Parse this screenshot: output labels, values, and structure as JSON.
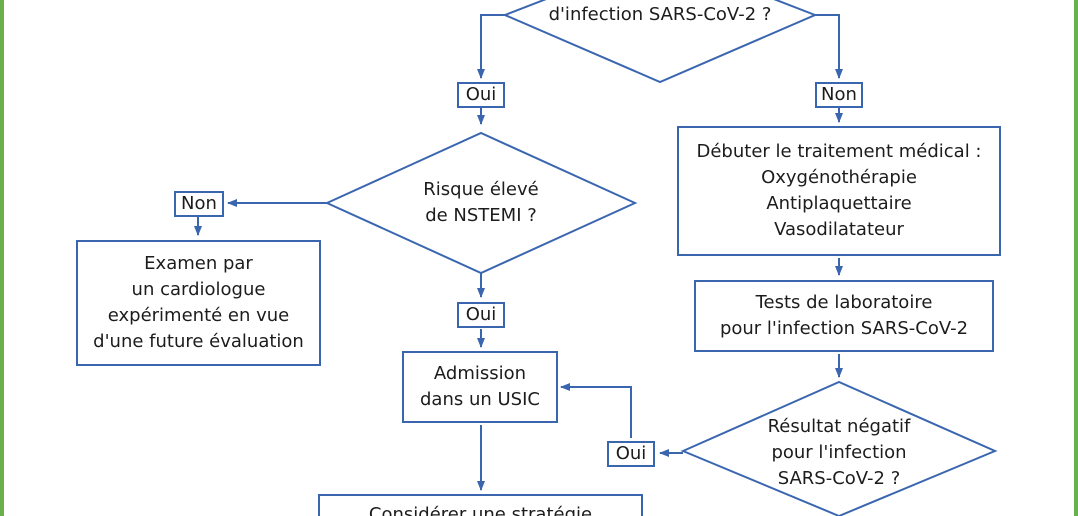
{
  "colors": {
    "frame": "#6ab04c",
    "stroke": "#3a66b0",
    "text": "#1c1c1c"
  },
  "top_decision": {
    "text": "d'infection SARS-CoV-2 ?"
  },
  "labels": {
    "yes_top": "Oui",
    "no_top": "Non",
    "no_mid": "Non",
    "yes_mid": "Oui",
    "yes_bottom": "Oui"
  },
  "risk_decision": {
    "lines": [
      "Risque élevé",
      "de NSTEMI ?"
    ]
  },
  "treatment_box": {
    "lines": [
      "Débuter le traitement médical :",
      "Oxygénothérapie",
      "Antiplaquettaire",
      "Vasodilatateur"
    ]
  },
  "exam_box": {
    "lines": [
      "Examen par",
      "un cardiologue",
      "expérimenté en vue",
      "d'une future évaluation"
    ]
  },
  "lab_box": {
    "lines": [
      "Tests de laboratoire",
      "pour l'infection SARS-CoV-2"
    ]
  },
  "admission_box": {
    "lines": [
      "Admission",
      "dans un USIC"
    ]
  },
  "result_decision": {
    "lines": [
      "Résultat négatif",
      "pour l'infection",
      "SARS-CoV-2 ?"
    ]
  },
  "strategy_box": {
    "lines": [
      "Considérer une stratégie"
    ]
  }
}
